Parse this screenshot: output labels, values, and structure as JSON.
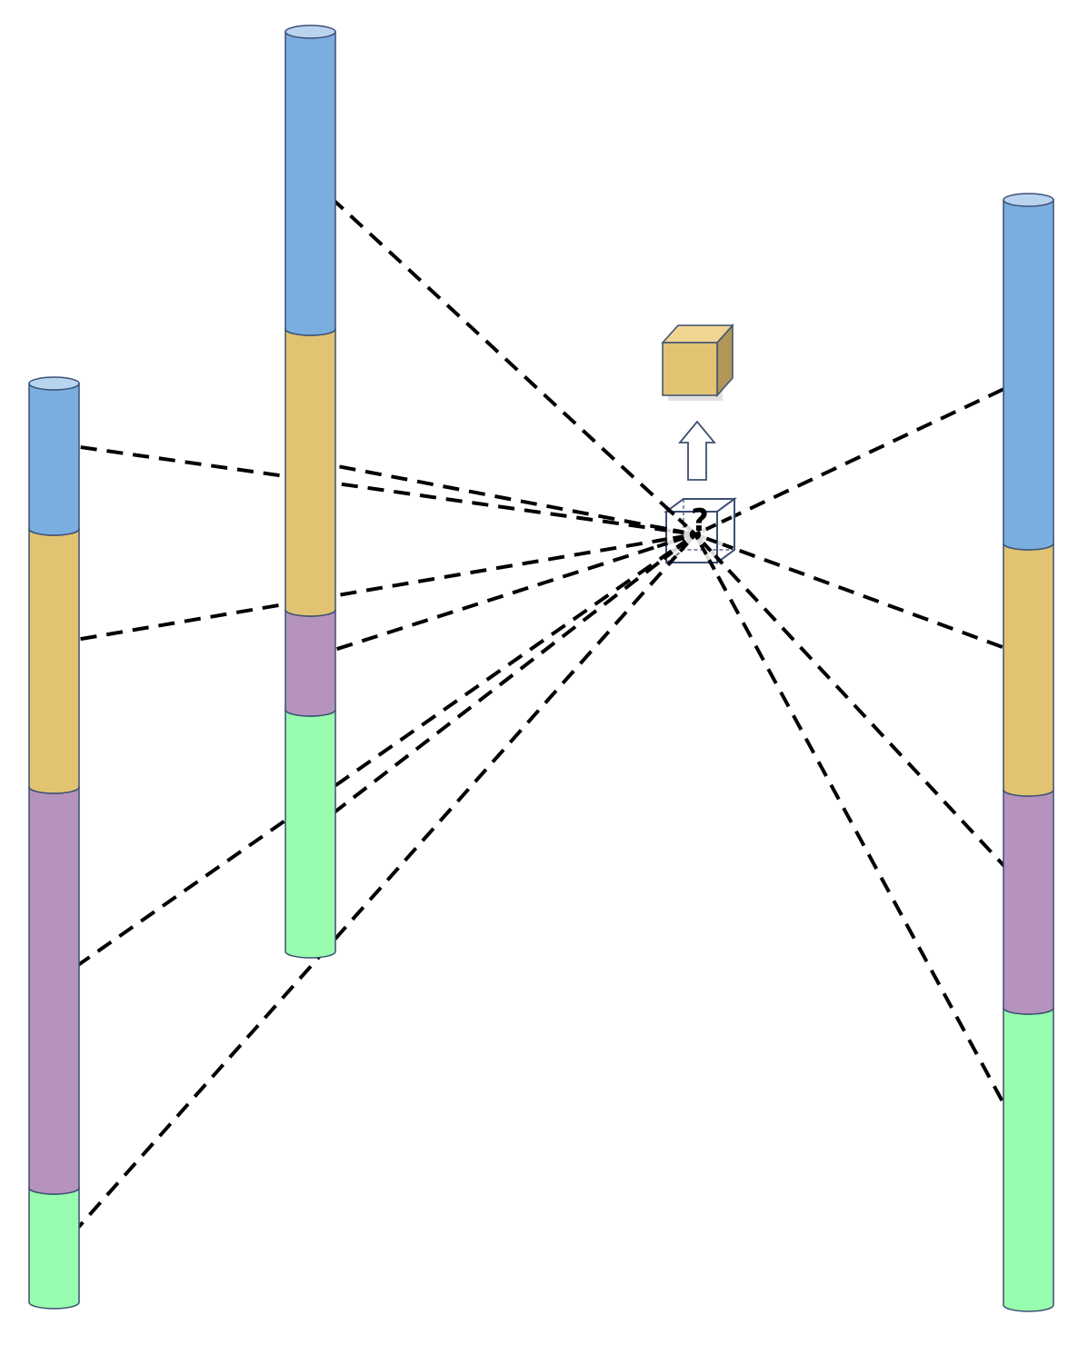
{
  "colors": {
    "blue": "#7aaee0",
    "tan": "#e2c372",
    "purple": "#b593bd",
    "green": "#98fdae",
    "outline": "#3c4f73",
    "top": "#b8d4ef",
    "line": "#000000"
  },
  "unknown_cell": {
    "label": "?"
  },
  "result_cube": {
    "color": "#e2c372"
  },
  "arrow": {
    "direction": "up",
    "style": "hollow"
  },
  "columns": [
    {
      "name": "left",
      "layers": [
        "blue",
        "tan",
        "purple",
        "green"
      ]
    },
    {
      "name": "middle",
      "layers": [
        "blue",
        "tan",
        "purple",
        "green"
      ]
    },
    {
      "name": "right",
      "layers": [
        "blue",
        "tan",
        "purple",
        "green"
      ]
    }
  ]
}
